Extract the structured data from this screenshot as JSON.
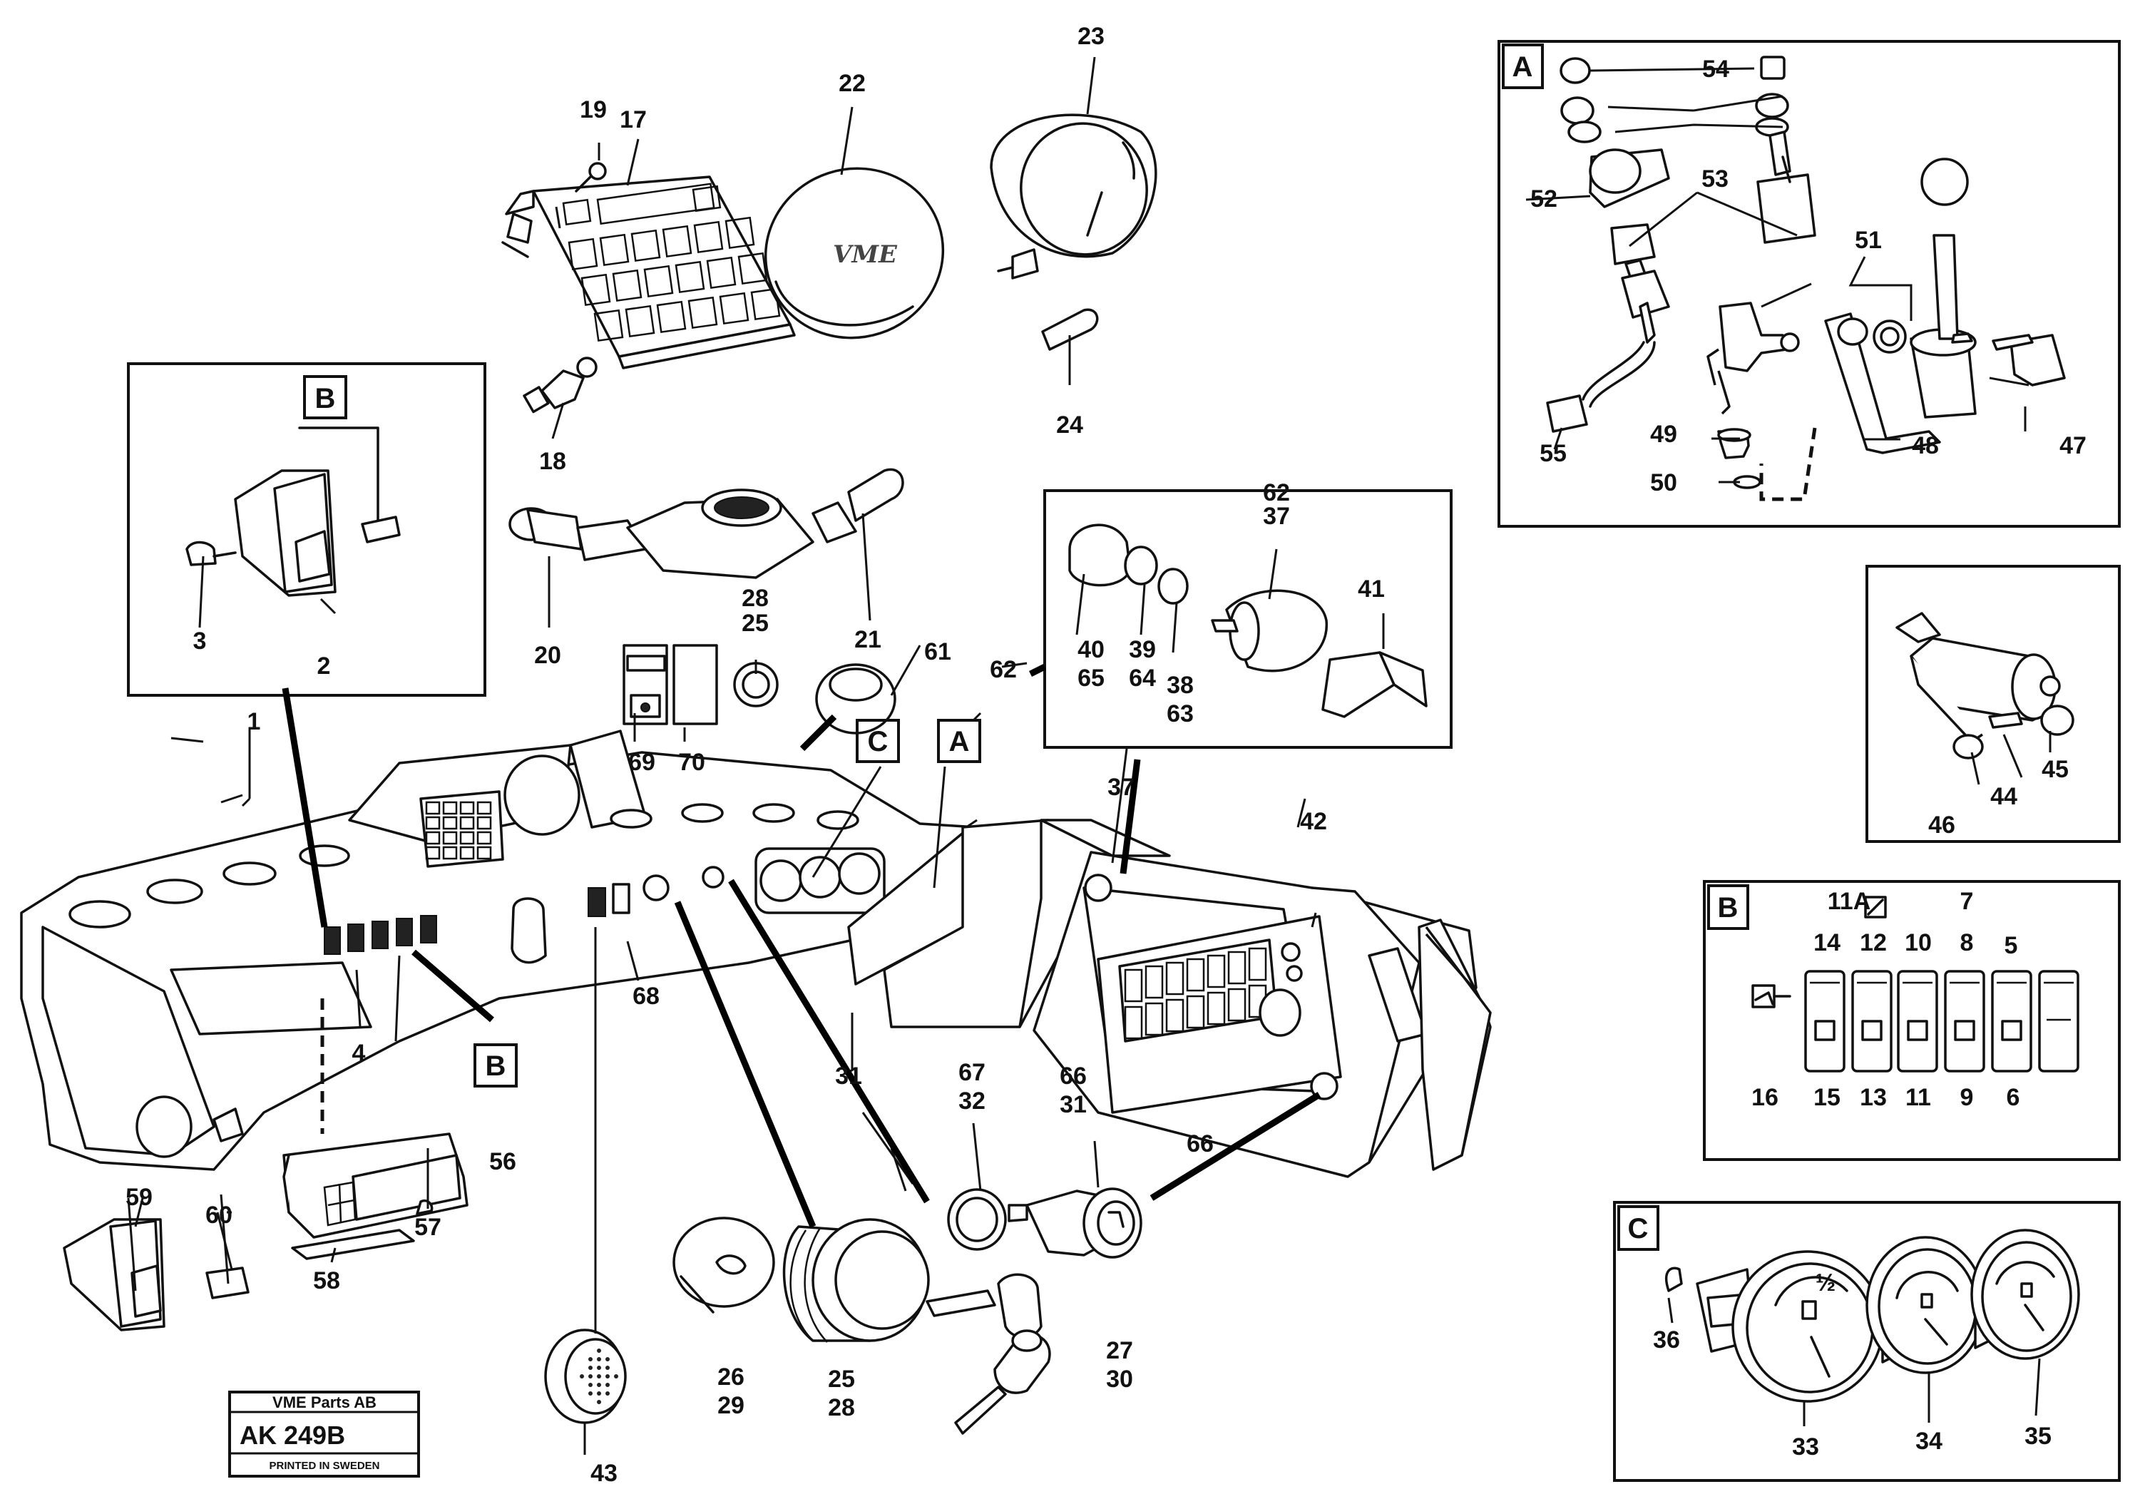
{
  "title_block": {
    "company": "VME Parts AB",
    "code": "AK 249B",
    "printed": "PRINTED IN SWEDEN"
  },
  "logo_text": "VME",
  "inset_boxes": [
    {
      "letter": "A"
    },
    {
      "letter": "B"
    },
    {
      "letter": "C"
    }
  ],
  "callouts": {
    "c1": "1",
    "c2": "2",
    "c3": "3",
    "c4": "4",
    "c5": "5",
    "c6": "6",
    "c7": "7",
    "c8": "8",
    "c9": "9",
    "c10": "10",
    "c11": "11",
    "c11a": "11A",
    "c12": "12",
    "c13": "13",
    "c14": "14",
    "c15": "15",
    "c16": "16",
    "c17": "17",
    "c18": "18",
    "c19": "19",
    "c20": "20",
    "c21": "21",
    "c22": "22",
    "c23": "23",
    "c24": "24",
    "c25a": "25",
    "c25b": "25",
    "c26": "26",
    "c27": "27",
    "c28a": "28",
    "c28b": "28",
    "c29": "29",
    "c30": "30",
    "c31a": "31",
    "c31b": "31",
    "c32": "32",
    "c33": "33",
    "c34": "34",
    "c35": "35",
    "c36": "36",
    "c37a": "37",
    "c37b": "37",
    "c38": "38",
    "c39": "39",
    "c40": "40",
    "c41": "41",
    "c42": "42",
    "c43": "43",
    "c44": "44",
    "c45": "45",
    "c46": "46",
    "c47": "47",
    "c48": "48",
    "c49": "49",
    "c50": "50",
    "c51": "51",
    "c52": "52",
    "c53": "53",
    "c54": "54",
    "c55": "55",
    "c56": "56",
    "c57": "57",
    "c58": "58",
    "c59": "59",
    "c60": "60",
    "c61": "61",
    "c62a": "62",
    "c62b": "62",
    "c63": "63",
    "c64": "64",
    "c65": "65",
    "c66a": "66",
    "c66b": "66",
    "c67": "67",
    "c68": "68",
    "c69": "69",
    "c70": "70"
  },
  "gauge_mark": "½"
}
